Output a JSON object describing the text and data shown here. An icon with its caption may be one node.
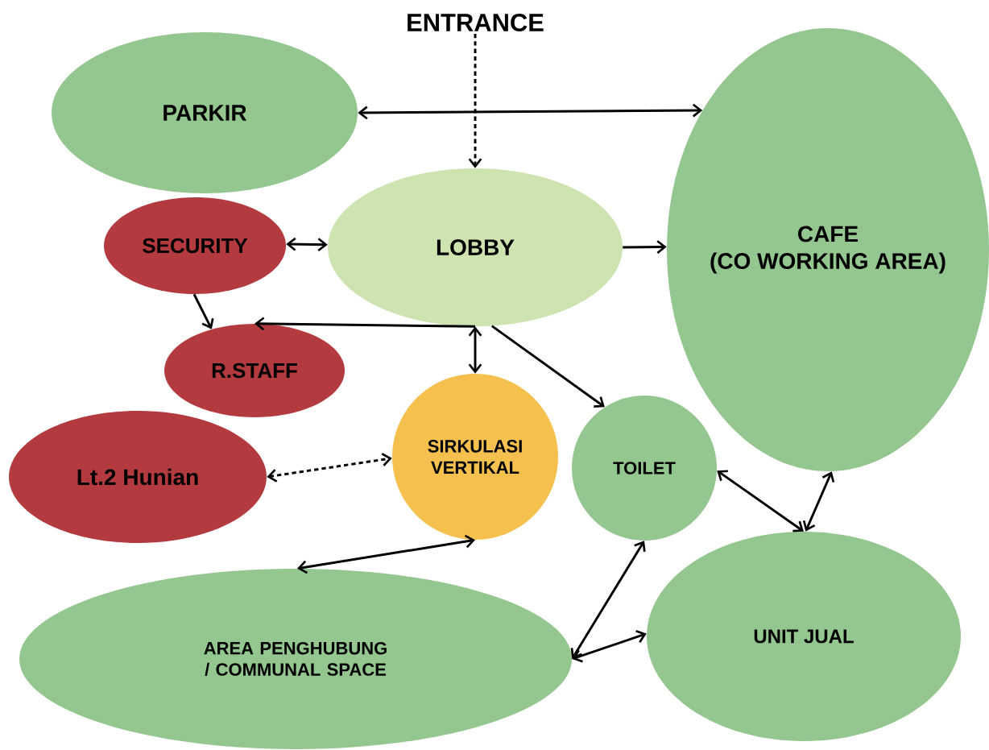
{
  "diagram": {
    "nodes": [
      {
        "text": [
          "ENTRANCE"
        ]
      },
      {
        "text": [
          "PARKIR"
        ]
      },
      {
        "text": [
          "CAFE (CO WORKING AREA)"
        ]
      },
      {
        "text": [
          "SECURITY"
        ]
      },
      {
        "text": [
          "LOBBY"
        ]
      },
      {
        "text": [
          "R.STAFF"
        ]
      },
      {
        "text": [
          "Lt.2 Hunian"
        ]
      },
      {
        "text": [
          "SIRKULASI VERTIKAL"
        ]
      },
      {
        "text": [
          "TOILET"
        ]
      },
      {
        "text": [
          "AREA PENGHUBUNG / COMMUNAL SPACE"
        ]
      },
      {
        "text": [
          "UNIT JUAL"
        ]
      }
    ],
    "edges": [
      {
        "from": 0,
        "to": 4,
        "arrow": "to",
        "style": "dashed"
      },
      {
        "from": 1,
        "to": 2,
        "arrow": "both"
      },
      {
        "from": 3,
        "to": 4,
        "arrow": "both"
      },
      {
        "from": 4,
        "to": 2,
        "arrow": "to"
      },
      {
        "from": 3,
        "to": 5,
        "arrow": "to"
      },
      {
        "from": 4,
        "to": 5,
        "arrow": "to"
      },
      {
        "from": 4,
        "to": 7,
        "arrow": "both"
      },
      {
        "from": 4,
        "to": 8,
        "arrow": "to"
      },
      {
        "from": 6,
        "to": 7,
        "arrow": "both",
        "style": "dashed"
      },
      {
        "from": 7,
        "to": 9,
        "arrow": "both"
      },
      {
        "from": 8,
        "to": 10,
        "arrow": "both"
      },
      {
        "from": 10,
        "to": 2,
        "arrow": "both"
      },
      {
        "from": 9,
        "to": 8,
        "arrow": "both"
      },
      {
        "from": 9,
        "to": 10,
        "arrow": "both"
      }
    ]
  }
}
